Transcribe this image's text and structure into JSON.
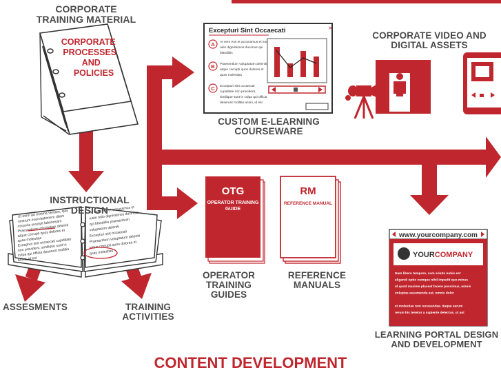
{
  "title": "CONTENT DEVELOPMENT",
  "colors": {
    "accent": "#c0262d",
    "text": "#4a4a4a",
    "paper": "#ffffff"
  },
  "labels": {
    "corporate_training_material": [
      "CORPORATE",
      "TRAINING MATERIAL"
    ],
    "custom_elearning": [
      "CUSTOM E-LEARNING",
      "COURSEWARE"
    ],
    "corporate_video": [
      "CORPORATE VIDEO AND",
      "DIGITAL ASSETS"
    ],
    "instructional_design": [
      "INSTRUCTIONAL",
      "DESIGN"
    ],
    "operator_training_guides": [
      "OPERATOR TRAINING",
      "GUIDES"
    ],
    "reference_manuals": [
      "REFERENCE",
      "MANUALS"
    ],
    "assessments": "ASSESMENTS",
    "training_activities": [
      "TRAINING",
      "ACTIVITIES"
    ],
    "learning_portal": [
      "LEARNING PORTAL DESIGN",
      "AND DEVELOPMENT"
    ]
  },
  "binder": {
    "cover_text": [
      "CORPORATE",
      "PROCESSES",
      "AND",
      "POLICIES"
    ]
  },
  "elearning_screen": {
    "heading": "Excepturi Sint Occaecati",
    "options": [
      {
        "letter": "A",
        "lines": [
          "At vero eos et accusamus et iusto",
          "odio dignissimos ducimus qui",
          "blanditiis"
        ]
      },
      {
        "letter": "B",
        "lines": [
          "Praesentium voluptatum deleniti",
          "atque corrupti quos dolores et",
          "quas molestias"
        ]
      },
      {
        "letter": "C",
        "lines": [
          "Excepturi sint occaecati",
          "cupiditate non provident,",
          "similique sunt in culpa qui officia",
          "deserunt mollitia animi, id est"
        ]
      }
    ]
  },
  "otg_book": {
    "acronym": "OTG",
    "subtitle": [
      "OPERATOR TRAINING",
      "GUIDE"
    ]
  },
  "rm_book": {
    "acronym": "RM",
    "subtitle": [
      "REFERENCE MANUAL"
    ]
  },
  "portal": {
    "url": "www.yourcompany.com",
    "brand_prefix": "YOUR",
    "brand_suffix": "COMPANY",
    "body_lines": [
      "Nam libero tempore, cum soluta nobis est",
      "eligendi optio cumque nihil impedit quo minus",
      "id quod maxime placeat facere possimus, omnis",
      "voluptas assumenda est, omnis dolor",
      "",
      "et molestiae non recusandae. Itaque earum",
      "rerum hic tenetur a sapiente delectus, ut aut"
    ]
  },
  "open_book": {
    "left_lines": [
      "Ut enim ad minima veniam, quis",
      "nostrum exercitationem ullam",
      "corporis suscipit laboriosam",
      "Praesentium voluptatum deleniti",
      "atque corrupti quos dolores et",
      "quas molestias",
      "Excepturi sint occaecati cupiditate",
      "non provident, similique sunt in",
      "culpa qui officia deserunt mollitia",
      "animi, id est"
    ],
    "right_lines": [
      "At vero eos et accusamus et",
      "iusto odio dignissimos ducimus",
      "qui blanditiis praesentium",
      "voluptatum deleniti",
      "Excepturi sint occaecati",
      "Praesentium voluptatum deleniti",
      "atque corrupti quos dolores et",
      "quas molestias"
    ]
  }
}
